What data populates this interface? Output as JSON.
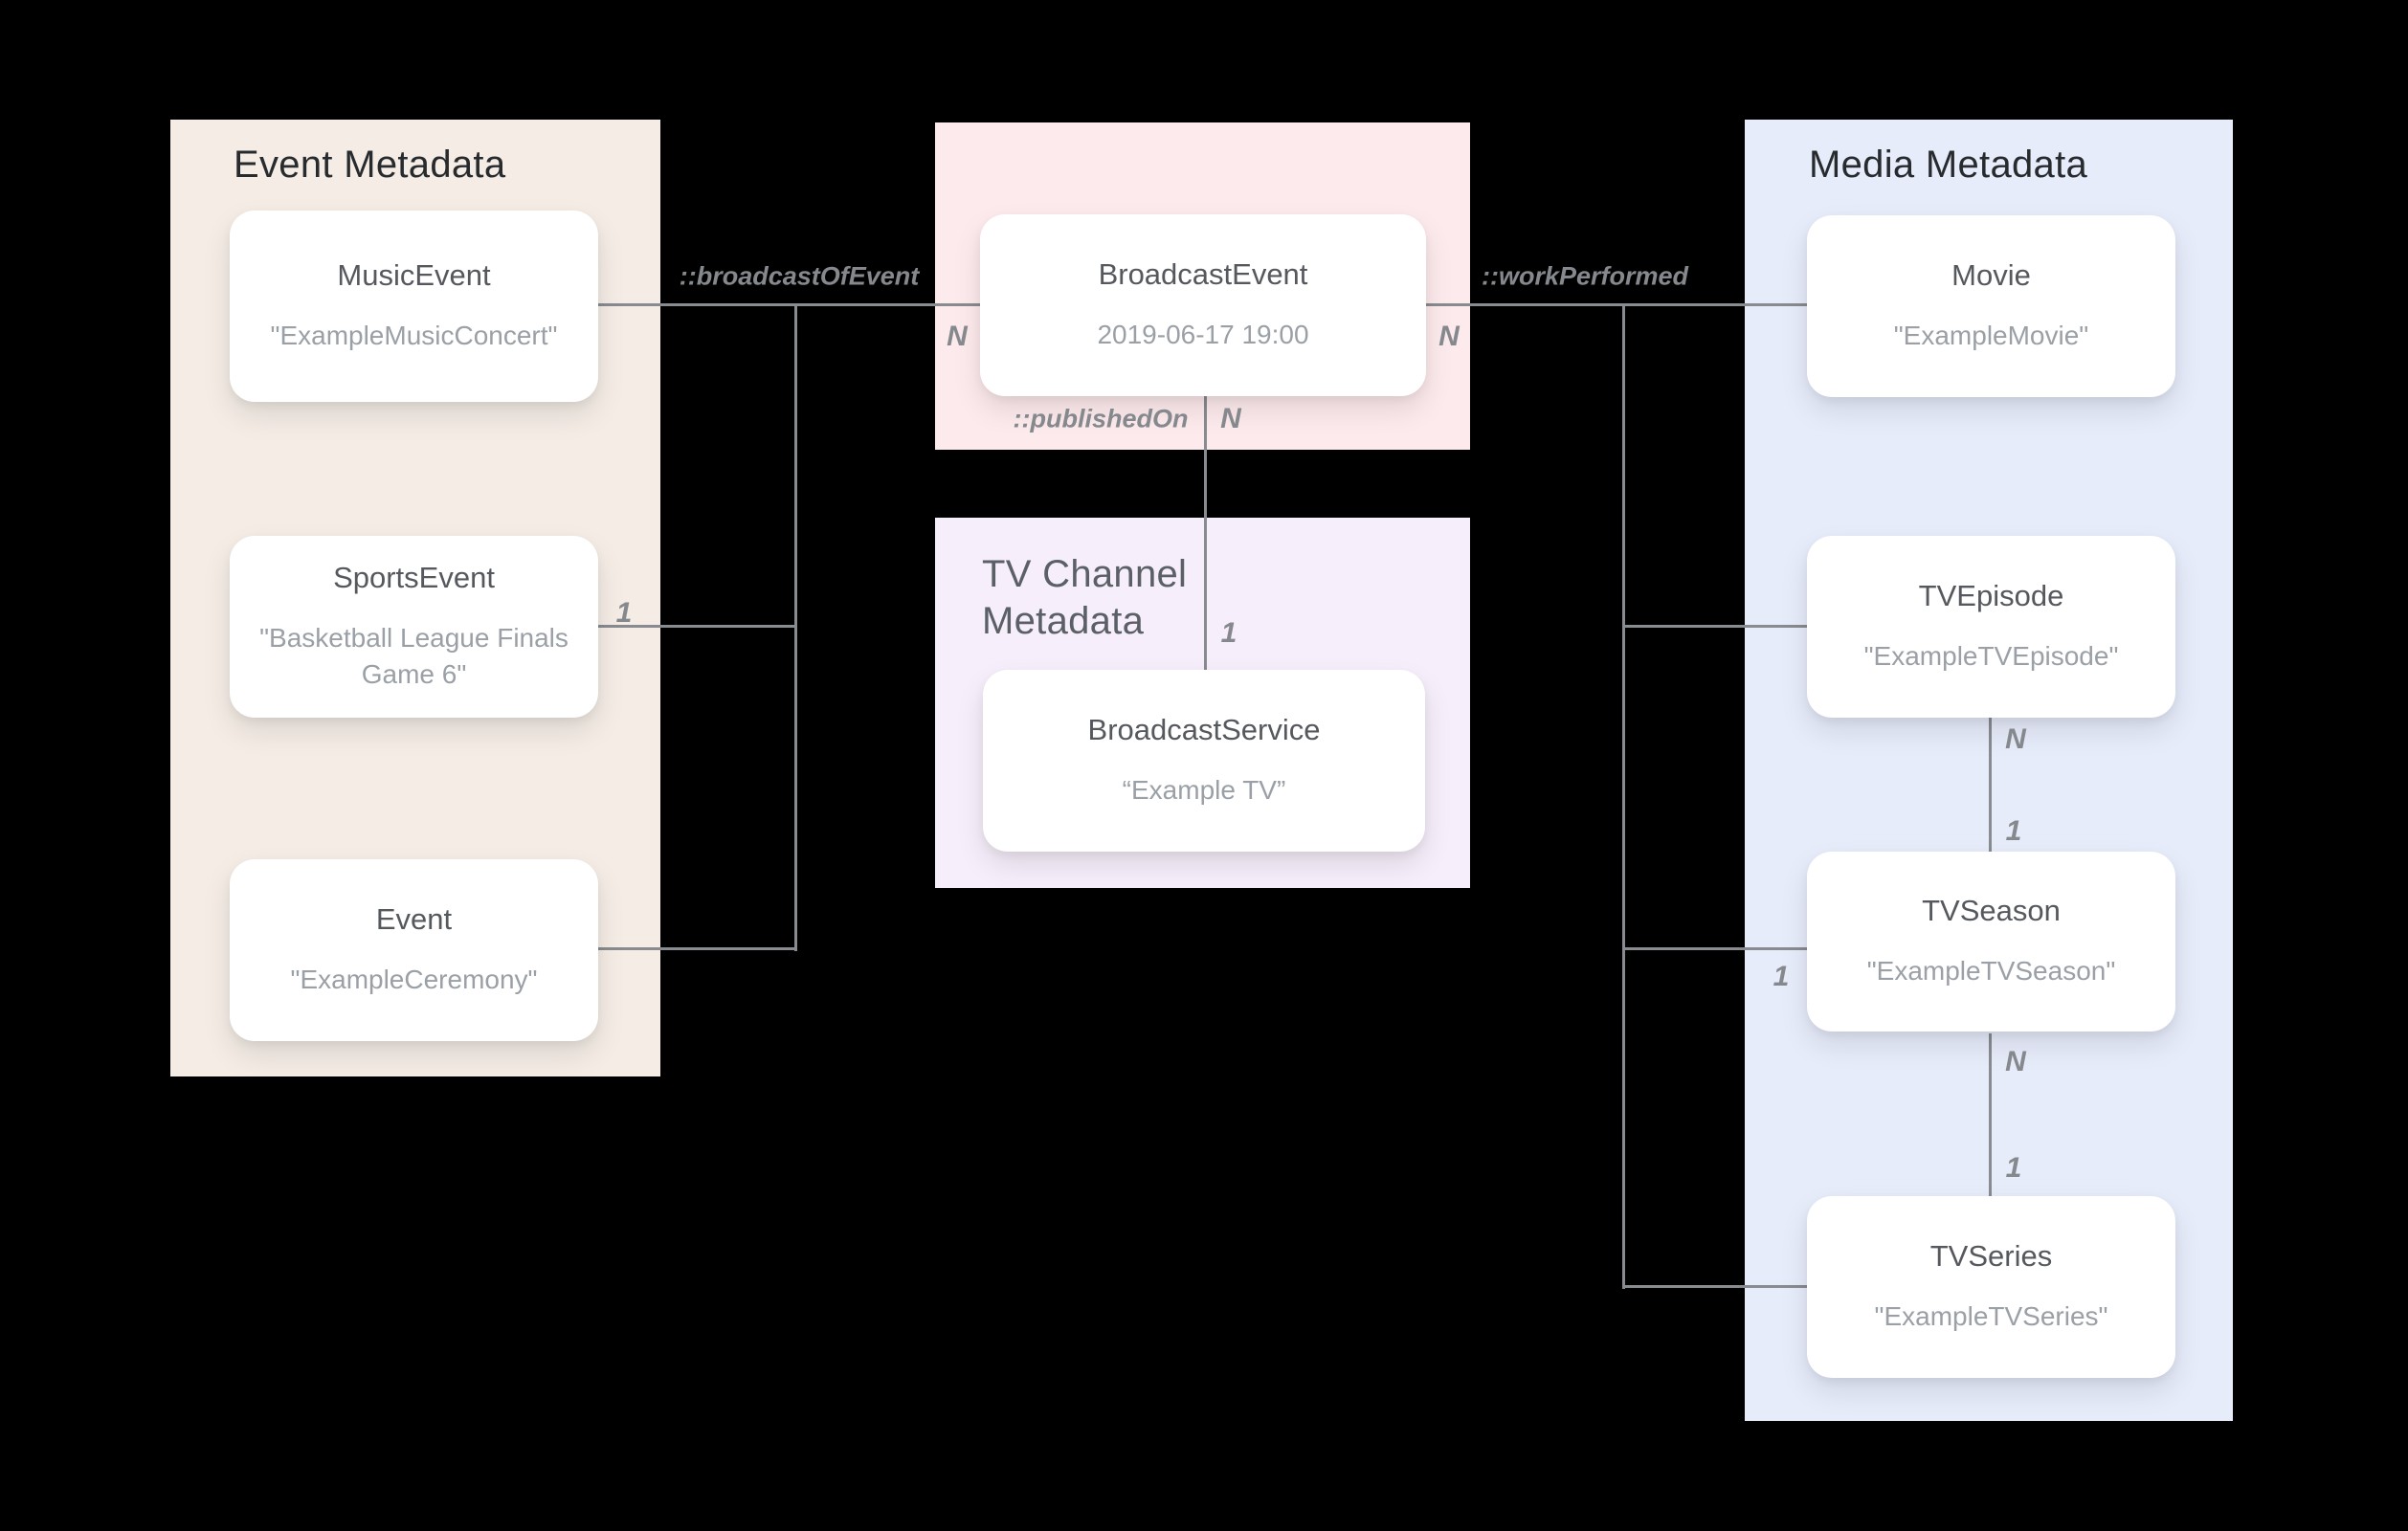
{
  "colors": {
    "background": "#000000",
    "event_panel_bg": "#f4ece5",
    "broadcast_panel_bg": "#fdeaec",
    "tv_channel_panel_bg": "#f6eefa",
    "media_panel_bg": "#e7ecfb",
    "card_bg": "#ffffff",
    "connector": "#888b8f",
    "panel_title": "#282b2e",
    "tv_panel_title": "#5a6065",
    "card_title": "#55595e",
    "card_subtitle": "#9aa0a6",
    "edge_label": "#85898d"
  },
  "panels": {
    "event_metadata": {
      "title": "Event Metadata"
    },
    "tv_channel_metadata": {
      "title_line1": "TV Channel",
      "title_line2": "Metadata"
    },
    "media_metadata": {
      "title": "Media Metadata"
    }
  },
  "nodes": {
    "music_event": {
      "title": "MusicEvent",
      "subtitle": "\"ExampleMusicConcert\""
    },
    "sports_event": {
      "title": "SportsEvent",
      "subtitle": "\"Basketball League Finals Game 6\""
    },
    "event": {
      "title": "Event",
      "subtitle": "\"ExampleCeremony\""
    },
    "broadcast_event": {
      "title": "BroadcastEvent",
      "subtitle": "2019-06-17 19:00"
    },
    "broadcast_service": {
      "title": "BroadcastService",
      "subtitle": "“Example TV”"
    },
    "movie": {
      "title": "Movie",
      "subtitle": "\"ExampleMovie\""
    },
    "tv_episode": {
      "title": "TVEpisode",
      "subtitle": "\"ExampleTVEpisode\""
    },
    "tv_season": {
      "title": "TVSeason",
      "subtitle": "\"ExampleTVSeason\""
    },
    "tv_series": {
      "title": "TVSeries",
      "subtitle": "\"ExampleTVSeries\""
    }
  },
  "edge_labels": {
    "broadcast_of_event": "::broadcastOfEvent",
    "work_performed": "::workPerformed",
    "published_on": "::publishedOn"
  },
  "cardinalities": {
    "broadcast_event_left_n": "N",
    "broadcast_event_right_n": "N",
    "sports_event_1": "1",
    "published_on_n": "N",
    "broadcast_service_1": "1",
    "tv_episode_n": "N",
    "tv_season_1": "1",
    "tv_season_branch_1": "1",
    "tv_season_n": "N",
    "tv_series_1": "1"
  }
}
